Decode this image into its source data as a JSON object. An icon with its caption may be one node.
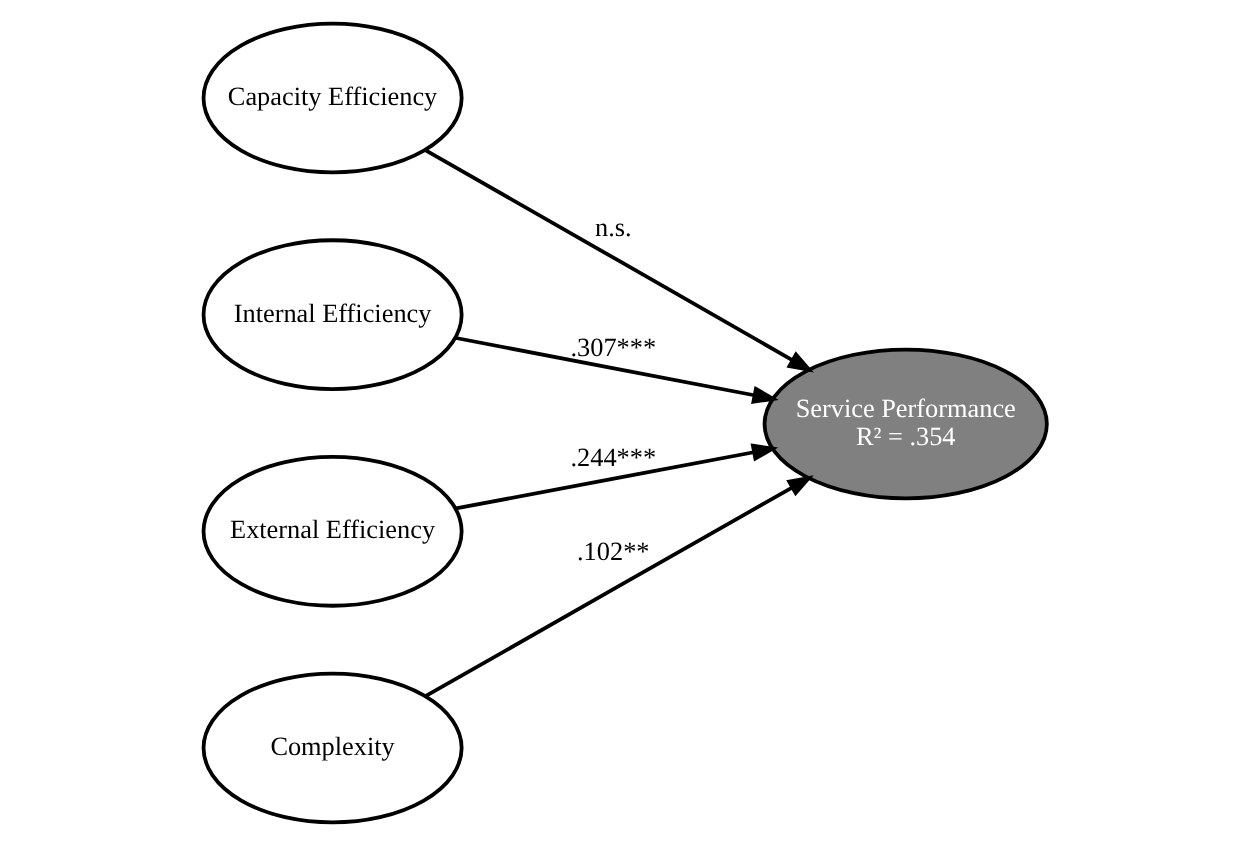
{
  "diagram": {
    "nodes": [
      {
        "text": [
          "Capacity Efficiency"
        ]
      },
      {
        "text": [
          "Internal Efficiency"
        ]
      },
      {
        "text": [
          "External Efficiency"
        ]
      },
      {
        "text": [
          "Complexity"
        ]
      },
      {
        "text": [
          "Service Performance",
          "R² = .354"
        ]
      }
    ],
    "edges": [
      {
        "from": 0,
        "to": 4,
        "arrow": "to",
        "label": "n.s."
      },
      {
        "from": 1,
        "to": 4,
        "arrow": "to",
        "label": ".307***"
      },
      {
        "from": 2,
        "to": 4,
        "arrow": "to",
        "label": ".244***"
      },
      {
        "from": 3,
        "to": 4,
        "arrow": "to",
        "label": ".102**"
      }
    ]
  }
}
